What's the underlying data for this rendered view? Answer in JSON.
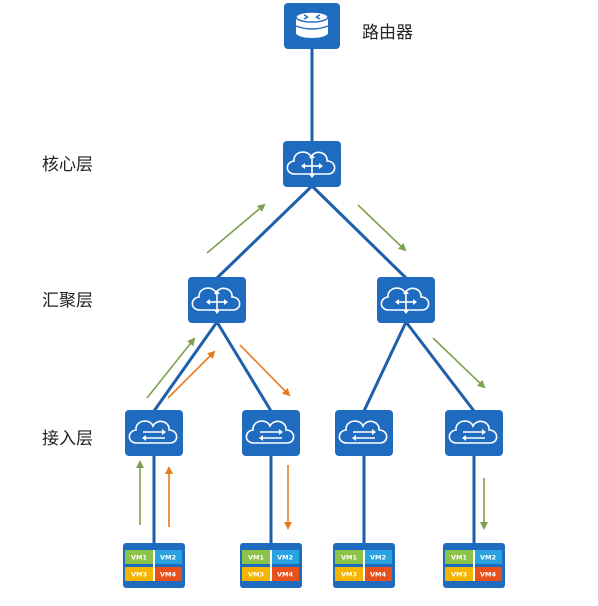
{
  "labels": {
    "router": "路由器",
    "core_layer": "核心层",
    "aggregation_layer": "汇聚层",
    "access_layer": "接入层"
  },
  "vm_labels": [
    "VM1",
    "VM2",
    "VM3",
    "VM4"
  ],
  "colors": {
    "device": "#1f6bbf",
    "link": "#1d5fa8",
    "arrow_green": "#7da04f",
    "arrow_orange": "#ea7a1e",
    "vm1": "#8bc34a",
    "vm2": "#29a3e0",
    "vm3": "#f4b400",
    "vm4": "#e8501b"
  },
  "icons": {
    "router": "router-icon",
    "core": "cloud-switch-icon",
    "aggregation": "cloud-switch-icon",
    "access": "cloud-access-switch-icon",
    "server": "server-vm-icon"
  }
}
